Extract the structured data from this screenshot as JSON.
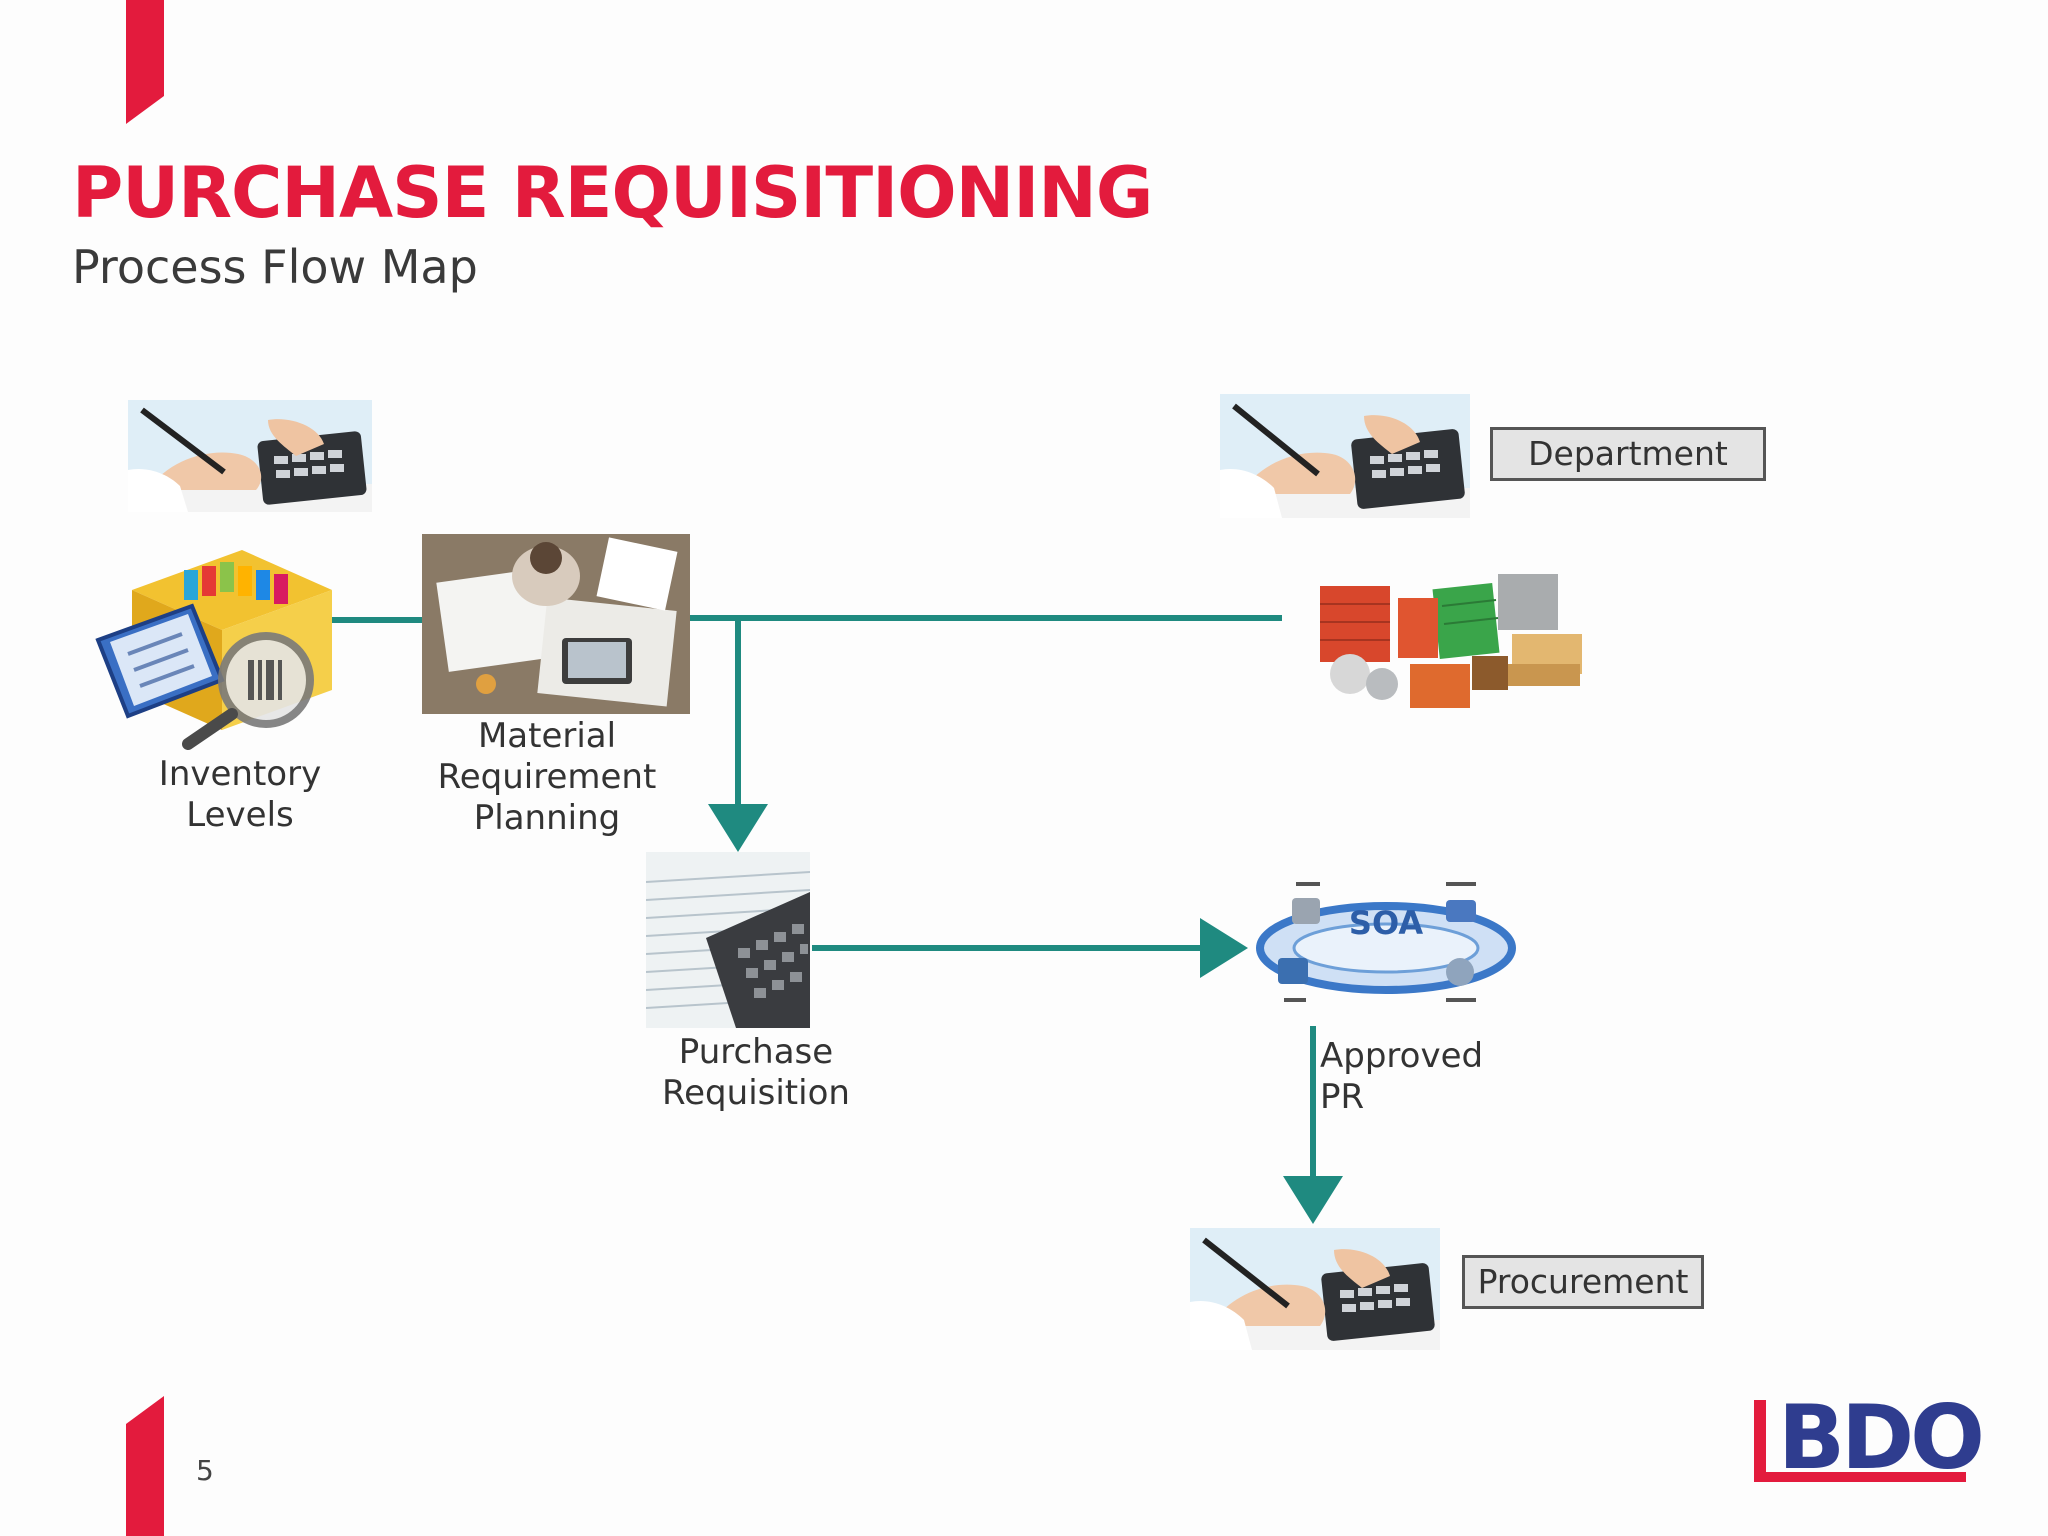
{
  "title": "PURCHASE REQUISITIONING",
  "subtitle": "Process Flow Map",
  "nodes": {
    "inventory": "Inventory\nLevels",
    "mrp": "Material\nRequirement\nPlanning",
    "purchase_requisition": "Purchase Requisition",
    "approved_pr": "Approved PR",
    "soa_icon_text": "SOA"
  },
  "roles": {
    "department": "Department",
    "procurement": "Procurement"
  },
  "page_number": "5",
  "logo": "BDO",
  "colors": {
    "brand_red": "#e31b3d",
    "arrow_teal": "#1f8a80",
    "logo_blue": "#2f3d8f"
  },
  "icons": [
    "calculator-writing-photo",
    "inventory-box-icon",
    "desk-planning-photo",
    "materials-pile-photo",
    "calculator-sheet-photo",
    "soa-diagram-icon"
  ]
}
